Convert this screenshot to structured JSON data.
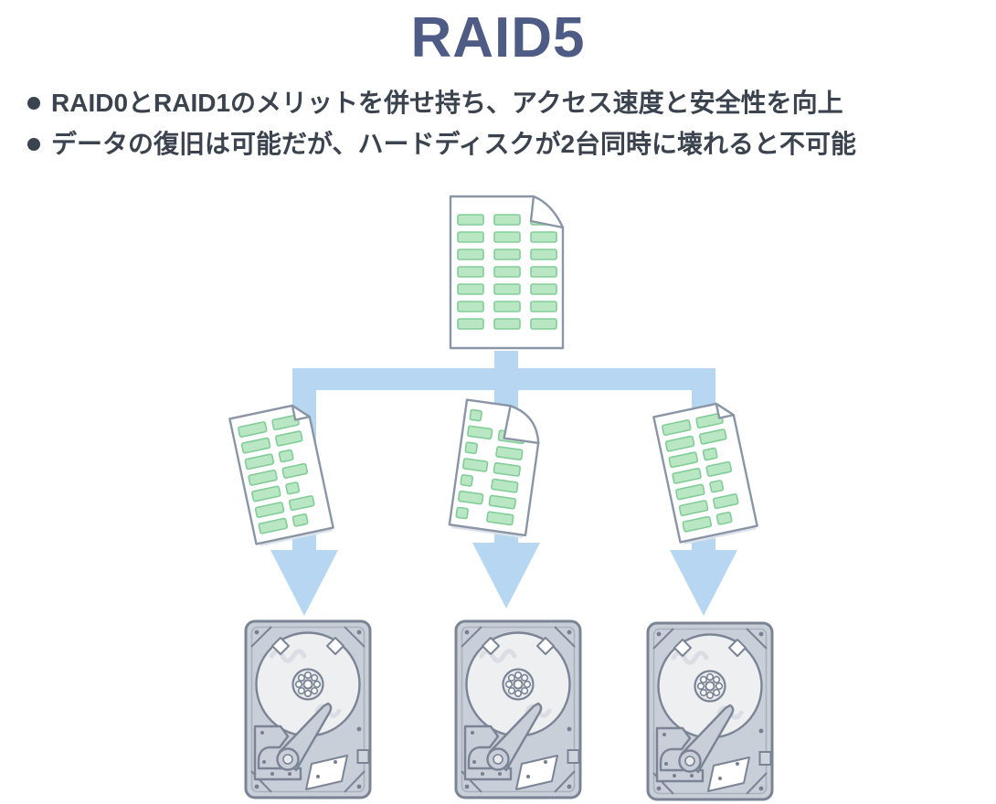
{
  "title": "RAID5",
  "bullets": [
    "RAID0とRAID1のメリットを併せ持ち、アクセス速度と安全性を向上",
    "データの復旧は可能だが、ハードディスクが2台同時に壊れると不可能"
  ],
  "diagram": {
    "source": {
      "icon": "document-data-icon",
      "block_rows": 7,
      "block_cols": 3
    },
    "fragments": [
      {
        "icon": "document-fragment-icon"
      },
      {
        "icon": "document-fragment-icon"
      },
      {
        "icon": "document-fragment-icon"
      }
    ],
    "arrows": [
      {
        "icon": "arrow-down-icon"
      },
      {
        "icon": "arrow-down-icon"
      },
      {
        "icon": "arrow-down-icon"
      }
    ],
    "disks": [
      {
        "icon": "hard-disk-icon"
      },
      {
        "icon": "hard-disk-icon"
      },
      {
        "icon": "hard-disk-icon"
      }
    ]
  },
  "colors": {
    "title_color": "#4e5b84",
    "text_color": "#3b434f",
    "arrow_blue": "#b7d6f1",
    "green_fill": "#b9e7c3",
    "green_border": "#82cd97",
    "doc_outline": "#8a95a5",
    "disk_body": "#c9cfd8",
    "disk_outline": "#7b8494",
    "platter_fill": "#edeff1",
    "background": "#ffffff"
  }
}
